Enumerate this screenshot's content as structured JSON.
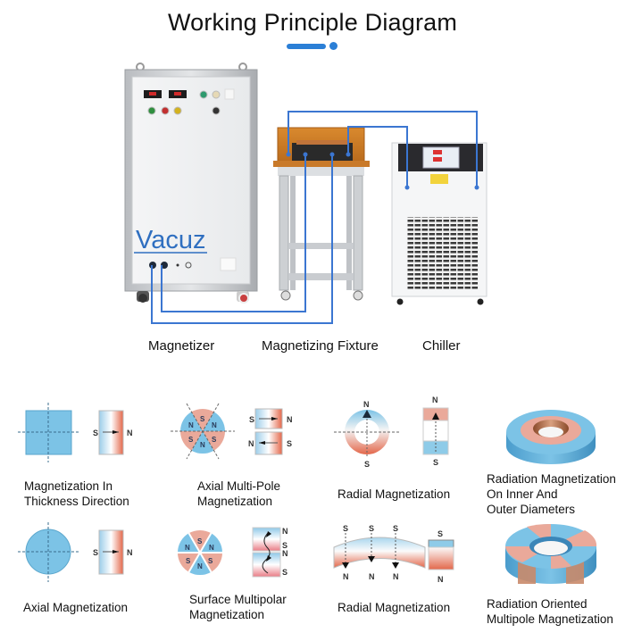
{
  "header": {
    "title": "Working Principle Diagram"
  },
  "colors": {
    "accent": "#2b7fd6",
    "magnet_blue": "#7cc3e6",
    "magnet_red": "#e3674a",
    "pink": "#eaa99a",
    "cable_blue": "#3b76d1"
  },
  "equipment": {
    "brand_logo": "Vacuz",
    "items": [
      {
        "label": "Magnetizer"
      },
      {
        "label": "Magnetizing Fixture"
      },
      {
        "label": "Chiller"
      }
    ]
  },
  "poles": {
    "north": "N",
    "south": "S"
  },
  "magnetization_types": [
    {
      "caption_lines": [
        "Magnetization In",
        "Thickness Direction"
      ]
    },
    {
      "caption_lines": [
        "Axial Multi-Pole",
        "Magnetization"
      ]
    },
    {
      "caption_lines": [
        "Radial Magnetization"
      ]
    },
    {
      "caption_lines": [
        "Radiation Magnetization",
        "On Inner And",
        "Outer Diameters"
      ]
    },
    {
      "caption_lines": [
        "Axial Magnetization"
      ]
    },
    {
      "caption_lines": [
        "Surface Multipolar",
        "Magnetization"
      ]
    },
    {
      "caption_lines": [
        "Radial Magnetization"
      ]
    },
    {
      "caption_lines": [
        "Radiation Oriented",
        "Multipole Magnetization"
      ]
    }
  ]
}
